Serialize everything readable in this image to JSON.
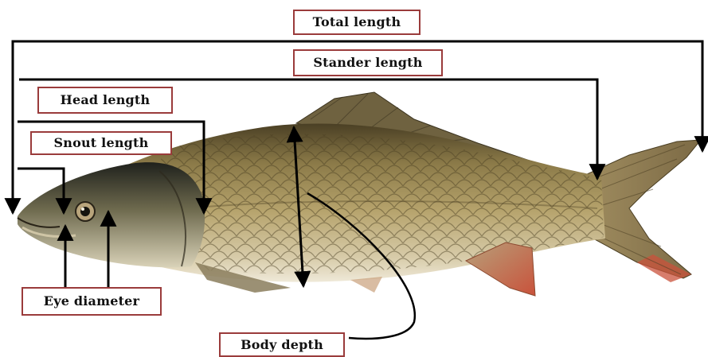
{
  "labels": {
    "total_length": "Total length",
    "stander_length": "Stander length",
    "head_length": "Head length",
    "snout_length": "Snout length",
    "eye_diameter": "Eye diameter",
    "body_depth": "Body depth"
  },
  "colors": {
    "label_border": "#9a3b3b",
    "line": "#000000",
    "fish_body": "#a8935c",
    "fish_back": "#5d4f2e",
    "fish_belly": "#e4dcc4",
    "fin_red": "#c9523b"
  }
}
